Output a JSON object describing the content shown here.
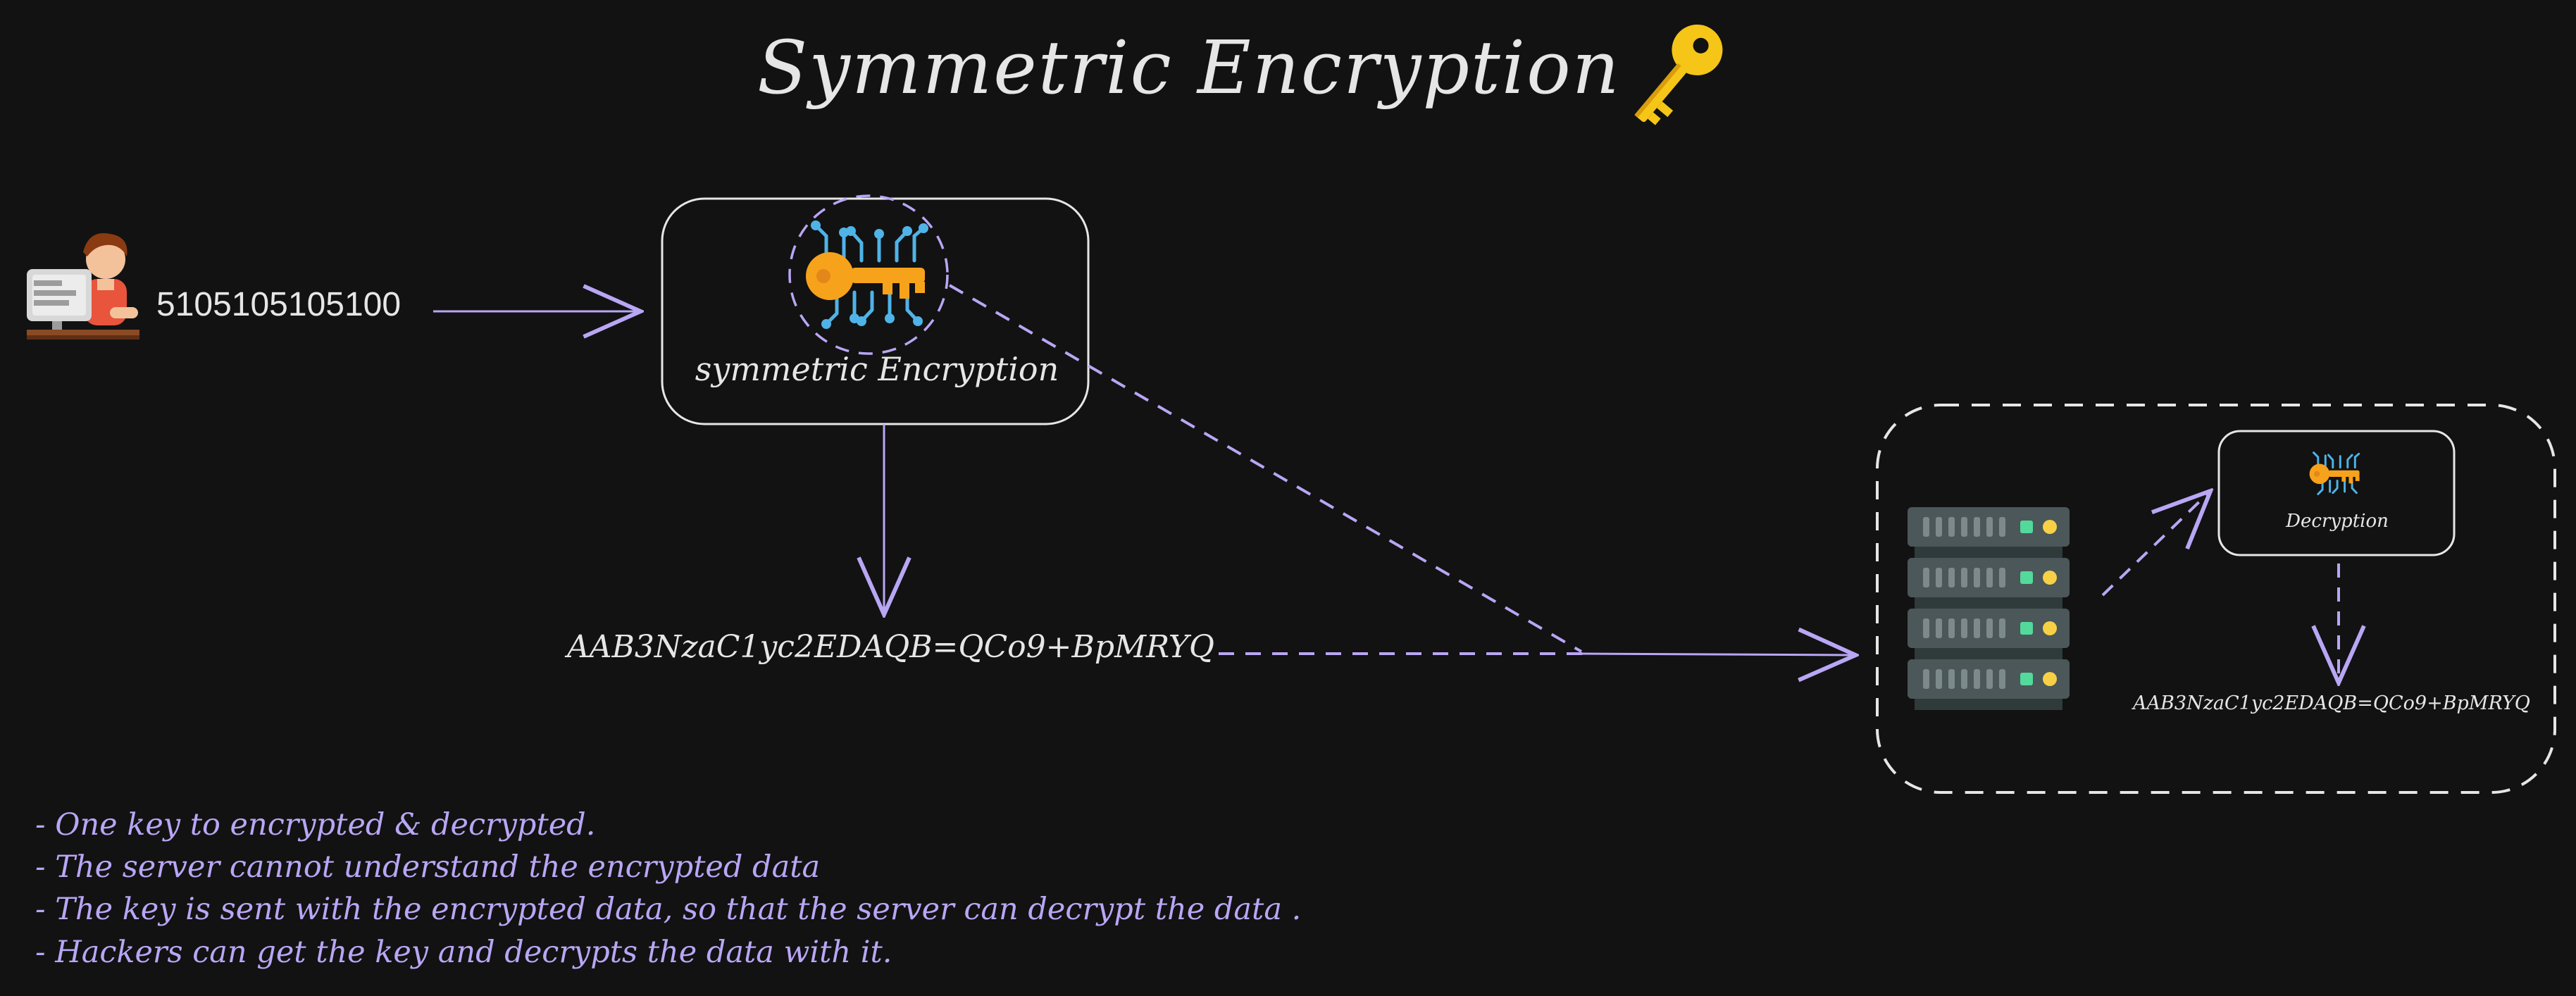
{
  "title": "Symmetric Encryption",
  "plaintext": "5105105105100",
  "encrypt_box_label": "symmetric Encryption",
  "ciphertext": "AAB3NzaC1yc2EDAQB=QCo9+BpMRYQ",
  "decrypt_box_label": "Decryption",
  "decrypted_output": "AAB3NzaC1yc2EDAQB=QCo9+BpMRYQ",
  "notes": [
    "- One key to encrypted & decrypted.",
    "- The server cannot understand the encrypted data",
    "- The key is sent with the encrypted data, so that the server can decrypt the data .",
    "- Hackers can get the key and decrypts the data with it."
  ],
  "colors": {
    "background": "#121212",
    "text": "#e6e6e6",
    "accent_purple": "#b9a6f5",
    "key_orange": "#f7a21b",
    "circuit_blue": "#4fb3e8",
    "server_gray": "#4b5758",
    "led_green": "#53d99b",
    "led_yellow": "#f7d046"
  },
  "icons": [
    "user-at-computer-icon",
    "key-emoji-icon",
    "circuit-key-icon",
    "server-rack-icon"
  ]
}
